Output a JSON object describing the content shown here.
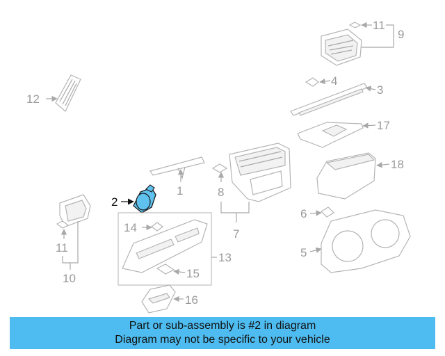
{
  "diagram": {
    "labels": [
      "1",
      "2",
      "3",
      "4",
      "5",
      "6",
      "7",
      "8",
      "9",
      "10",
      "11",
      "11",
      "12",
      "13",
      "14",
      "15",
      "16",
      "17",
      "18"
    ],
    "highlight_color": "#5fc2ee"
  },
  "banner": {
    "line1": "Part or sub-assembly is #2 in diagram",
    "line2": "Diagram may not be specific to your vehicle",
    "background": "#4ebcf0"
  }
}
